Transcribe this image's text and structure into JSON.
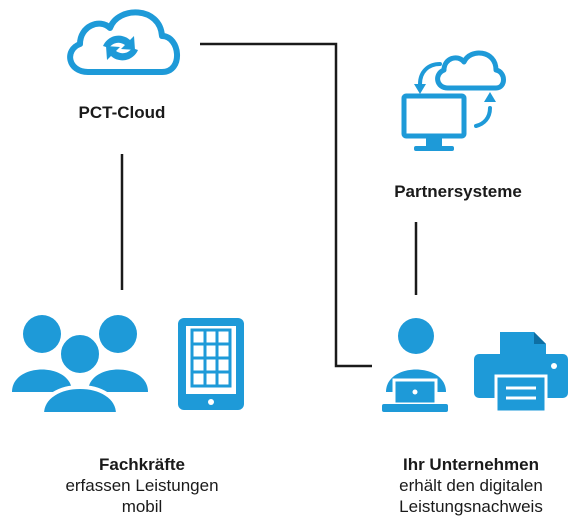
{
  "colors": {
    "accent": "#1e9ad8",
    "line": "#1a1a1a"
  },
  "nodes": {
    "cloud": {
      "icon": "cloud-sync-icon",
      "title": "PCT-Cloud"
    },
    "partners": {
      "icon": "partner-systems-icon",
      "title": "Partnersysteme"
    },
    "workers": {
      "icons": [
        "people-group-icon",
        "tablet-icon"
      ],
      "title": "Fachkräfte",
      "line1": "erfassen Leistungen",
      "line2": "mobil"
    },
    "company": {
      "icons": [
        "person-laptop-icon",
        "printer-icon"
      ],
      "title": "Ihr Unternehmen",
      "line1": "erhält den digitalen",
      "line2": "Leistungsnachweis"
    }
  }
}
